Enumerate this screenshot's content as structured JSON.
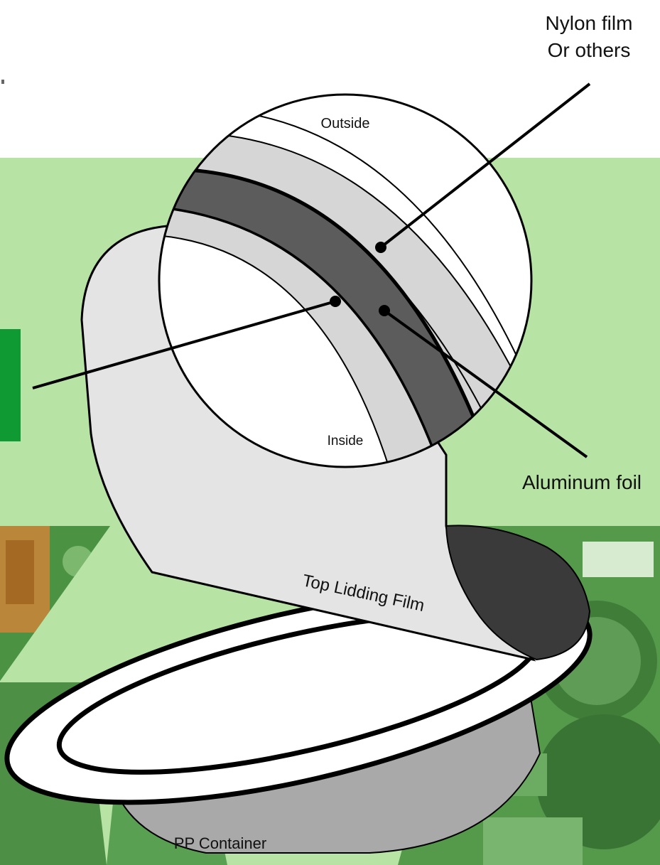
{
  "labels": {
    "nylon_line1": "Nylon film",
    "nylon_line2": "Or others",
    "outside": "Outside",
    "inside": "Inside",
    "aluminum": "Aluminum foil",
    "top_lidding": "Top Lidding Film",
    "pp_container": "PP Container"
  },
  "colors": {
    "background_band": "#b7e4a4",
    "green_block": "#0f9a34",
    "photo_green": "#4f9a48",
    "film_light": "#e4e4e4",
    "layer_light": "#d6d6d6",
    "foil_dark": "#5c5c5c",
    "film_back": "#3a3a3a",
    "container_gray": "#a9a9a9"
  }
}
